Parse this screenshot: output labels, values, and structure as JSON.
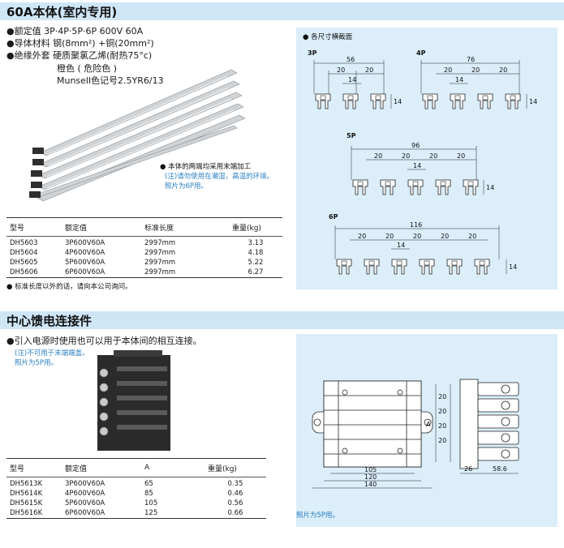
{
  "section1": {
    "title": "60A本体(室内专用)",
    "specs": [
      "●额定值  3P·4P·5P·6P    600V 60A",
      "●导体材料 钢(8mm²) +铜(20mm²)",
      "●绝缘外套  硬质聚氯乙烯(耐热75°c)",
      "橙色 ( 危险色 )",
      "Munsell色记号2.5YR6/13"
    ],
    "photo_notes": {
      "line1": "● 本体的两端均采用末端加工",
      "line2": "(注)请勿使用在潮湿，高温的环境。",
      "line3": "照片为6P用。"
    },
    "table": {
      "headers": [
        "型号",
        "额定值",
        "标准长度",
        "重量(kg)"
      ],
      "rows": [
        [
          "DH5603",
          "3P600V60A",
          "2997mm",
          "3.13"
        ],
        [
          "DH5604",
          "4P600V60A",
          "2997mm",
          "4.18"
        ],
        [
          "DH5605",
          "5P600V60A",
          "2997mm",
          "5.22"
        ],
        [
          "DH5606",
          "6P600V60A",
          "2997mm",
          "6.27"
        ]
      ]
    },
    "footnote": "● 标准长度以外的话，请向本公司询问。",
    "diagram": {
      "caption": "● 各尺寸横截面",
      "p3": {
        "label": "3P",
        "overall": "56",
        "seg": "20",
        "inner": "14",
        "height": "14"
      },
      "p4": {
        "label": "4P",
        "overall": "76",
        "seg": "20",
        "inner": "14",
        "height": "14"
      },
      "p5": {
        "label": "5P",
        "overall": "96",
        "seg": "20",
        "inner": "14",
        "height": "14"
      },
      "p6": {
        "label": "6P",
        "overall": "116",
        "seg": "20",
        "inner": "14",
        "height": "14"
      }
    }
  },
  "section2": {
    "title": "中心馈电连接件",
    "spec": "●引入电源时使用也可以用于本体间的相互连接。",
    "note1": "(注)不可用于末端端盖。",
    "note2": "照片为5P用。",
    "table": {
      "headers": [
        "型号",
        "额定值",
        "A",
        "重量(kg)"
      ],
      "rows": [
        [
          "DH5613K",
          "3P600V60A",
          "65",
          "0.35"
        ],
        [
          "DH5614K",
          "4P600V60A",
          "85",
          "0.46"
        ],
        [
          "DH5615K",
          "5P600V60A",
          "105",
          "0.56"
        ],
        [
          "DH5616K",
          "6P600V60A",
          "125",
          "0.66"
        ]
      ]
    },
    "drawing": {
      "w105": "105",
      "w120": "120",
      "w140": "140",
      "h20": "20",
      "dimA": "A",
      "w26": "26",
      "w586": "58.6",
      "caption": "照片为5P用。"
    }
  }
}
